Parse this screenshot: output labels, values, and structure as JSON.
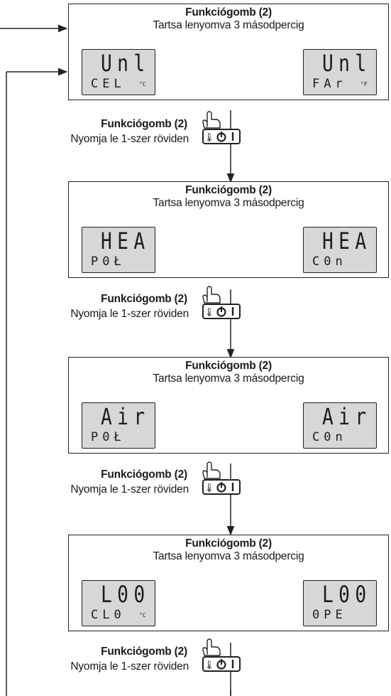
{
  "blocks": [
    {
      "title": "Funkciógomb (2)",
      "subtitle": "Tartsa lenyomva 3 másodpercig",
      "left_display": {
        "top": "Unl",
        "bottom": "CEL",
        "unit": "°C"
      },
      "right_display": {
        "top": "Unl",
        "bottom": "FAr",
        "unit": "°F"
      }
    },
    {
      "title": "Funkciógomb (2)",
      "subtitle": "Tartsa lenyomva 3 másodpercig",
      "left_display": {
        "top": "HEA",
        "bottom": "P0Ł",
        "unit": ""
      },
      "right_display": {
        "top": "HEA",
        "bottom": "C0n",
        "unit": ""
      }
    },
    {
      "title": "Funkciógomb (2)",
      "subtitle": "Tartsa lenyomva 3 másodpercig",
      "left_display": {
        "top": "Air",
        "bottom": "P0Ł",
        "unit": ""
      },
      "right_display": {
        "top": "Air",
        "bottom": "C0n",
        "unit": ""
      }
    },
    {
      "title": "Funkciógomb (2)",
      "subtitle": "Tartsa lenyomva 3 másodpercig",
      "left_display": {
        "top": "L00",
        "bottom": "CL0",
        "unit": "°C"
      },
      "right_display": {
        "top": "L00",
        "bottom": "0PE",
        "unit": ""
      }
    }
  ],
  "steps": [
    {
      "title": "Funkciógomb (2)",
      "subtitle": "Nyomja le 1-szer röviden"
    },
    {
      "title": "Funkciógomb (2)",
      "subtitle": "Nyomja le 1-szer röviden"
    },
    {
      "title": "Funkciógomb (2)",
      "subtitle": "Nyomja le 1-szer röviden"
    },
    {
      "title": "Funkciógomb (2)",
      "subtitle": "Nyomja le 1-szer röviden"
    }
  ],
  "colors": {
    "line": "#222222",
    "lcd_background": "#d7d7d7",
    "text": "#1a1a1a"
  },
  "icons": [
    "hand-pointer-icon",
    "function-button-icon"
  ]
}
